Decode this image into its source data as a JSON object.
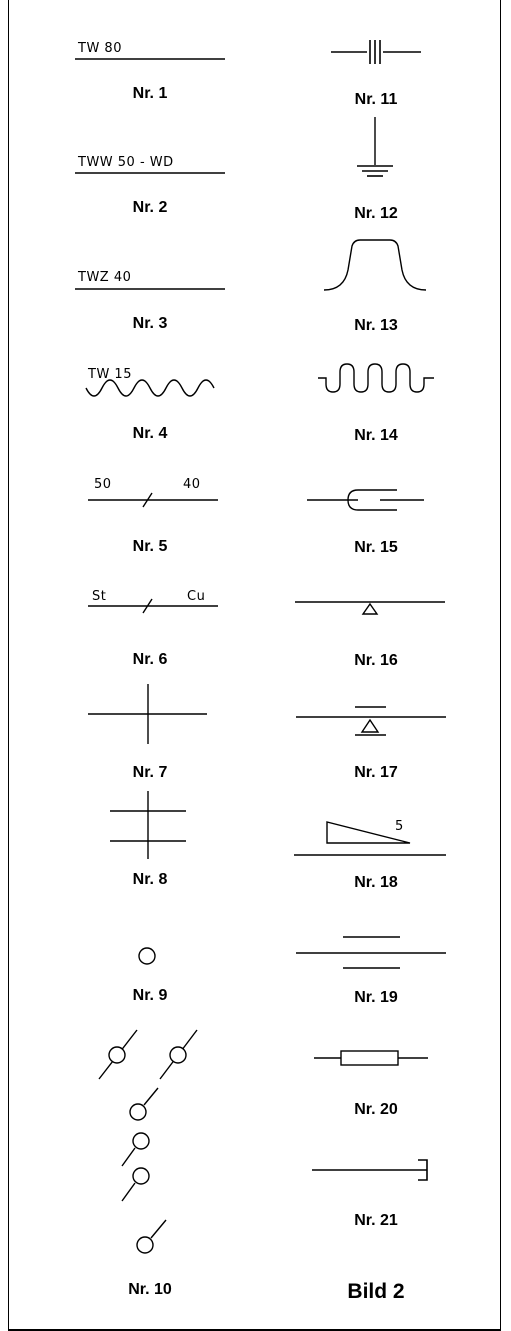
{
  "figure_caption": "Bild 2",
  "symbols": [
    {
      "label": "Nr. 1",
      "annotation": "TW 80"
    },
    {
      "label": "Nr. 2",
      "annotation": "TWW 50 - WD"
    },
    {
      "label": "Nr. 3",
      "annotation": "TWZ 40"
    },
    {
      "label": "Nr. 4",
      "annotation": "TW 15"
    },
    {
      "label": "Nr. 5",
      "annotation_left": "50",
      "annotation_right": "40"
    },
    {
      "label": "Nr. 6",
      "annotation_left": "St",
      "annotation_right": "Cu"
    },
    {
      "label": "Nr. 7"
    },
    {
      "label": "Nr. 8"
    },
    {
      "label": "Nr. 9"
    },
    {
      "label": "Nr. 10"
    },
    {
      "label": "Nr. 11"
    },
    {
      "label": "Nr. 12"
    },
    {
      "label": "Nr. 13"
    },
    {
      "label": "Nr. 14"
    },
    {
      "label": "Nr. 15"
    },
    {
      "label": "Nr. 16"
    },
    {
      "label": "Nr. 17"
    },
    {
      "label": "Nr. 18",
      "annotation": "5"
    },
    {
      "label": "Nr. 19"
    },
    {
      "label": "Nr. 20"
    },
    {
      "label": "Nr. 21"
    }
  ]
}
